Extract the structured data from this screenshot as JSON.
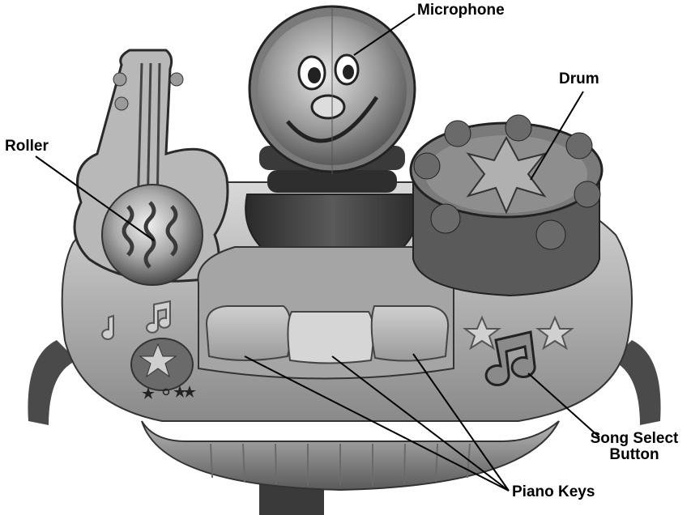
{
  "labels": {
    "microphone": "Microphone",
    "drum": "Drum",
    "roller": "Roller",
    "song_select_line1": "Song Select",
    "song_select_line2": "Button",
    "piano_keys": "Piano Keys"
  },
  "colors": {
    "background": "#ffffff",
    "line": "#000000",
    "toy_dark": "#3a3a3a",
    "toy_mid": "#8c8c8c",
    "toy_light": "#c9c9c9"
  }
}
